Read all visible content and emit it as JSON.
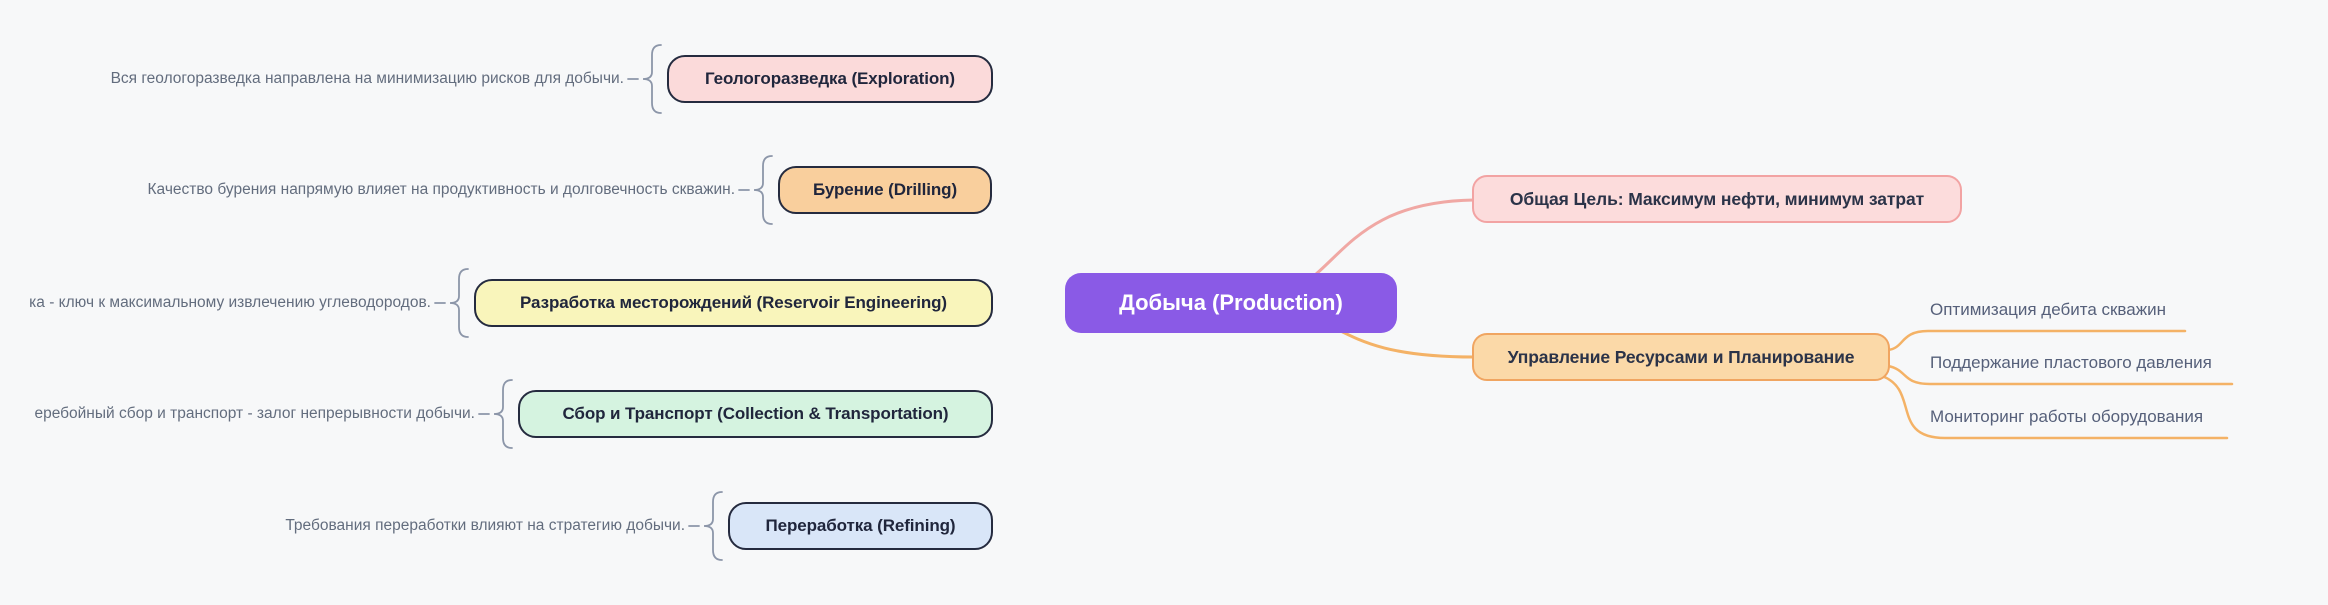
{
  "palette": {
    "background": "#f7f8f9",
    "topic_border": "#252b3f",
    "topic_text": "#20263c",
    "note_text": "#636d7e",
    "brace": "#8c96a9",
    "root_fill": "#8a5ae6",
    "root_text": "#ffffff",
    "pink_line": "#f0a8a4",
    "orange_line": "#f4b266",
    "child_text": "#56607a"
  },
  "root": {
    "label": "Добыча (Production)",
    "fill": "#8a5ae6"
  },
  "left_topics": [
    {
      "label": "Геологоразведка (Exploration)",
      "note": "Вся геологоразведка направлена на минимизацию рисков для добычи.",
      "fill": "#fbdada"
    },
    {
      "label": "Бурение (Drilling)",
      "note": "Качество бурения напрямую влияет на продуктивность и долговечность скважин.",
      "fill": "#f9cf9d"
    },
    {
      "label": "Разработка месторождений (Reservoir Engineering)",
      "note": "ка - ключ к максимальному извлечению углеводородов.",
      "fill": "#f9f5bb"
    },
    {
      "label": "Сбор и Транспорт (Collection & Transportation)",
      "note": "еребойный сбор и транспорт - залог непрерывности добычи.",
      "fill": "#d5f3e0"
    },
    {
      "label": "Переработка (Refining)",
      "note": "Требования переработки влияют на стратегию добычи.",
      "fill": "#d9e6f8"
    }
  ],
  "right_branches": [
    {
      "label": "Общая Цель: Максимум нефти, минимум затрат",
      "fill": "#fcdcdc",
      "border": "#f2a3a3",
      "line": "#f0a8a4",
      "children": []
    },
    {
      "label": "Управление Ресурсами и Планирование",
      "fill": "#fbd9a8",
      "border": "#f0a561",
      "line": "#f4b266",
      "children": [
        {
          "label": "Оптимизация дебита скважин"
        },
        {
          "label": "Поддержание пластового давления"
        },
        {
          "label": "Мониторинг работы оборудования"
        }
      ]
    }
  ]
}
